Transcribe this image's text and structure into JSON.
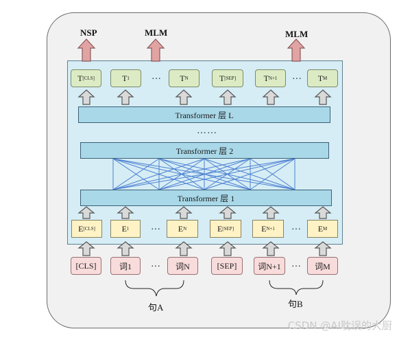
{
  "heads": {
    "nsp": "NSP",
    "mlm1": "MLM",
    "mlm2": "MLM"
  },
  "outputs": [
    {
      "main": "T",
      "sub": "[CLS]"
    },
    {
      "main": "T",
      "sub": "1"
    },
    {
      "main": "T",
      "sub": "N"
    },
    {
      "main": "T",
      "sub": "[SEP]"
    },
    {
      "main": "T",
      "sub": "N+1"
    },
    {
      "main": "T",
      "sub": "M"
    }
  ],
  "layers": {
    "top": "Transformer 层 L",
    "mid": "Transformer 层 2",
    "bottom": "Transformer 层 1"
  },
  "ellipsis": "…",
  "layer_ellipsis": "……",
  "embeddings": [
    {
      "main": "E",
      "sub": "[CLS]"
    },
    {
      "main": "E",
      "sub": "1"
    },
    {
      "main": "E",
      "sub": "N"
    },
    {
      "main": "E",
      "sub": "[SEP]"
    },
    {
      "main": "E",
      "sub": "N+1"
    },
    {
      "main": "E",
      "sub": "M"
    }
  ],
  "inputs": [
    "[CLS]",
    "词1",
    "词N",
    "[SEP]",
    "词N+1",
    "词M"
  ],
  "sentences": {
    "a": "句A",
    "b": "句B"
  },
  "watermark": "CSDN @AI耽误的大厨",
  "colors": {
    "output_fill": "#dcebc4",
    "embedding_fill": "#fff3c6",
    "input_fill": "#f8dcdc",
    "layer_fill": "#a9d8e8",
    "panel_fill": "#d6edf5",
    "head_arrow": "#e2a3a3",
    "up_arrow": "#d9d9d9",
    "attention_lines": "#4a7fd0"
  }
}
